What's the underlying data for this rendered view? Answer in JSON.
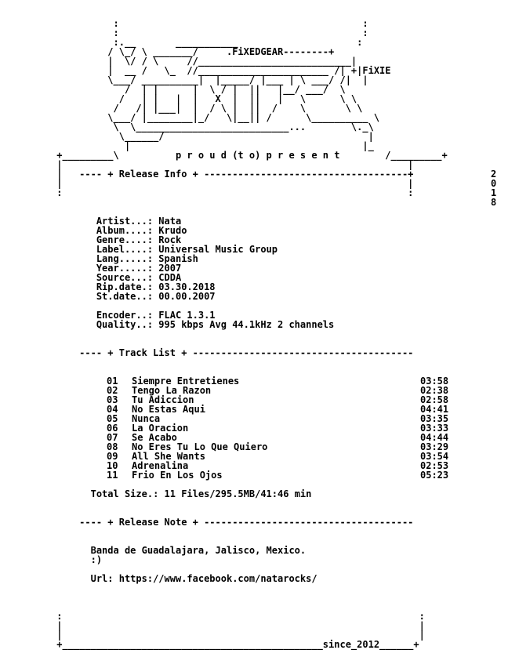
{
  "document": {
    "ascii_art": [
      "                    :                                           :",
      "                    :                                           :",
      "                    :.__       ___________                     :",
      "                   / \\_/ \\ _______/     .FiXEDGEAR--------+",
      "                   |  \\/ / \\     //___________________________|",
      "                   |  __ /   \\_  //_______________________ /| +|FiXIE",
      "                   \\___/ __________|  |_____/ |___ | \\ ___/ /|  |",
      "                      /  | |      |  \\ / |  ||   |__/ ___/  \\",
      "                     /   | |   |  |   X  |  ||   |   \\      \\ \\",
      "                    /   /| |___|  |  / \\ |  ||  /    \\       \\ \\",
      "                   \\___/ |________|_/   \\|__|| /      \\__________ \\",
      "                    \\  \\___________________________...        \\._\\",
      "                     \\______/                                    |",
      "                      |                                         |_",
      "          +_________\\          p r o u d (t o) p r e s e n t        /_________+",
      "          |                                                             |",
      "          |   ---- + Release Info + ------------------------------------+",
      "          |                                                             |",
      "          :                                                             :"
    ],
    "side_year": [
      "2",
      "0",
      "1",
      "8"
    ],
    "release_info_lines": [
      "                 Artist...: Nata",
      "                 Album....: Krudo",
      "                 Genre....: Rock",
      "                 Label....: Universal Music Group",
      "                 Lang.....: Spanish",
      "                 Year.....: 2007",
      "                 Source...: CDDA",
      "                 Rip.date.: 03.30.2018",
      "                 St.date..: 00.00.2007",
      "",
      "                 Encoder..: FLAC 1.3.1",
      "                 Quality..: 995 kbps Avg 44.1kHz 2 channels"
    ],
    "track_list_header": "              ---- + Track List + ---------------------------------------",
    "tracks": [
      {
        "no": "01",
        "title": "Siempre Entretienes",
        "time": "03:58"
      },
      {
        "no": "02",
        "title": "Tengo La Razon",
        "time": "02:38"
      },
      {
        "no": "03",
        "title": "Tu Adiccion",
        "time": "02:58"
      },
      {
        "no": "04",
        "title": "No Estas Aqui",
        "time": "04:41"
      },
      {
        "no": "05",
        "title": "Nunca",
        "time": "03:35"
      },
      {
        "no": "06",
        "title": "La Oracion",
        "time": "03:33"
      },
      {
        "no": "07",
        "title": "Se Acabo",
        "time": "04:44"
      },
      {
        "no": "08",
        "title": "No Eres Tu Lo Que Quiero",
        "time": "03:29"
      },
      {
        "no": "09",
        "title": "All She Wants",
        "time": "03:54"
      },
      {
        "no": "10",
        "title": "Adrenalina",
        "time": "02:53"
      },
      {
        "no": "11",
        "title": "Frio En Los Ojos",
        "time": "05:23"
      }
    ],
    "total_size": "                Total Size.: 11 Files/295.5MB/41:46 min",
    "release_note_header": "              ---- + Release Note + -------------------------------------",
    "release_note_lines": [
      "                Banda de Guadalajara, Jalisco, Mexico.",
      "                :)",
      "",
      "                Url: https://www.facebook.com/natarocks/"
    ],
    "footer_lines": [
      "          :                                                               :",
      "          |                                                               |",
      "          |                                                               |",
      "          +______________________________________________since_2012______+"
    ]
  }
}
